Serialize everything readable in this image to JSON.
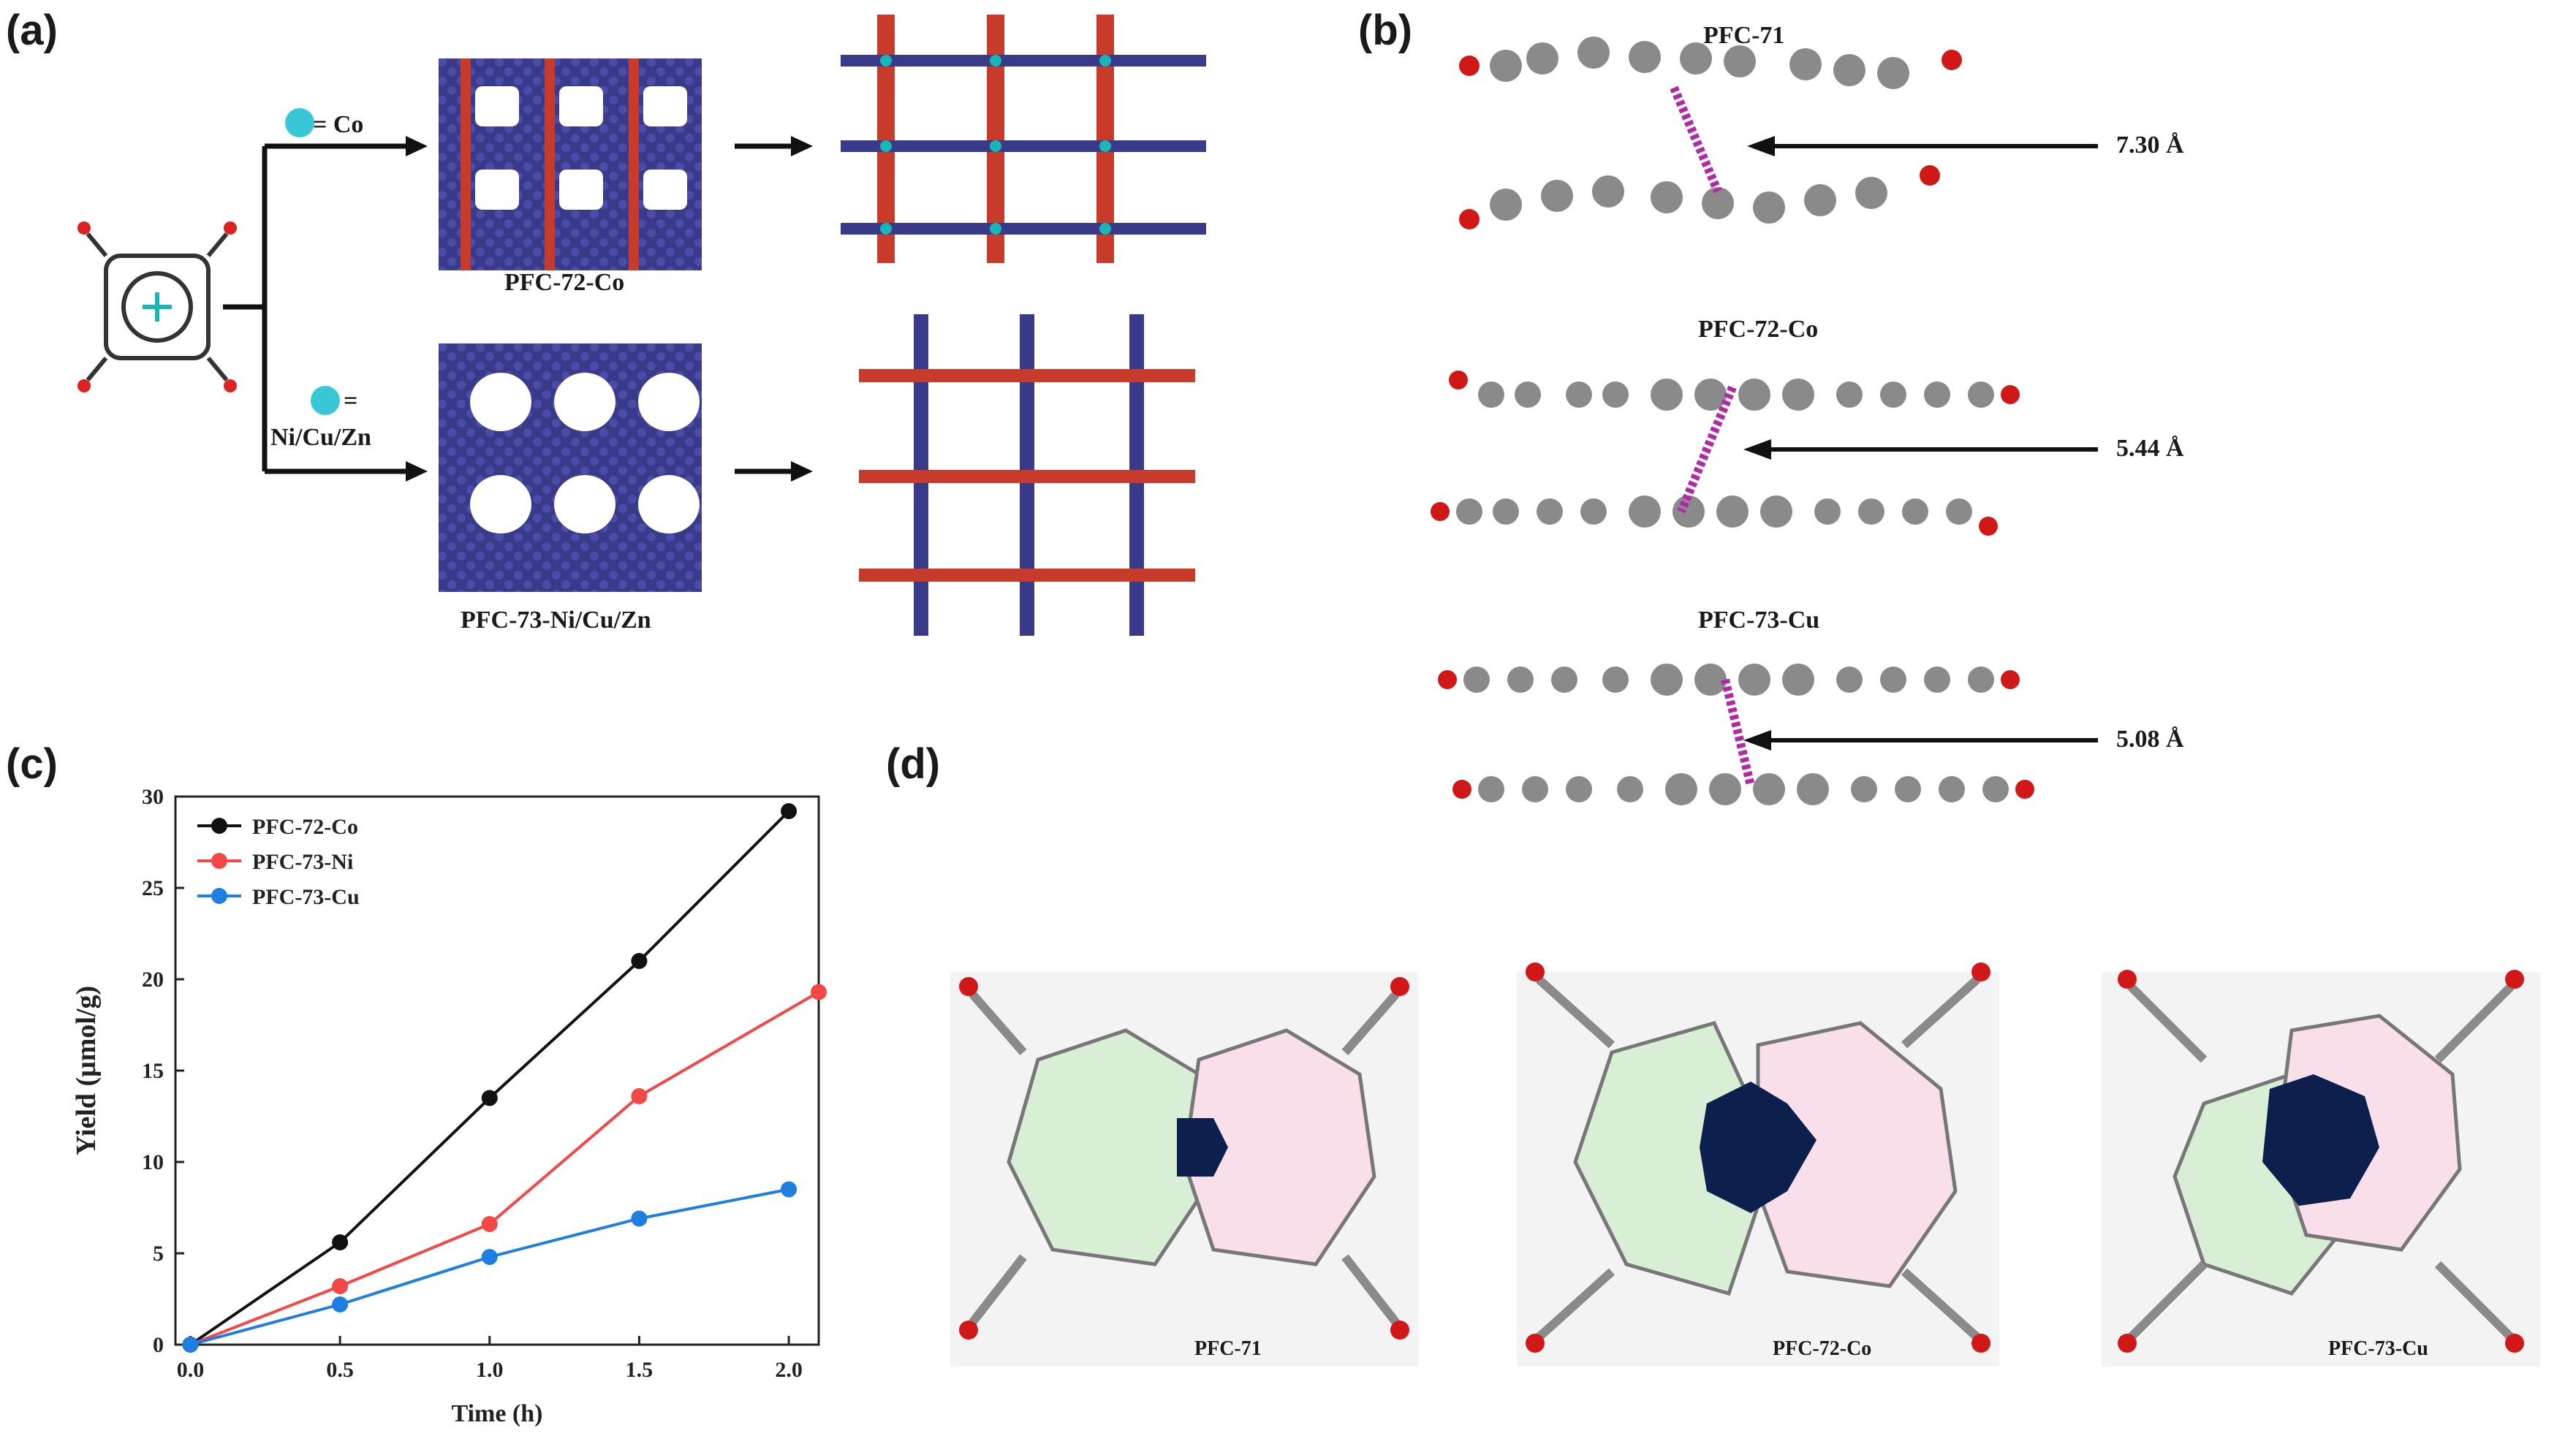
{
  "panels": {
    "a": {
      "letter": "(a)",
      "branch_top_label": "= Co",
      "branch_bottom_label_line1": "=",
      "branch_bottom_label_line2": "Ni/Cu/Zn",
      "structure_top_label": "PFC-72-Co",
      "structure_bottom_label": "PFC-73-Ni/Cu/Zn"
    },
    "b": {
      "letter": "(b)",
      "rows": [
        {
          "label": "PFC-71",
          "distance": "7.30 Å"
        },
        {
          "label": "PFC-72-Co",
          "distance": "5.44 Å"
        },
        {
          "label": "PFC-73-Cu",
          "distance": "5.08 Å"
        }
      ]
    },
    "c": {
      "letter": "(c)"
    },
    "d": {
      "letter": "(d)",
      "labels": [
        "PFC-71",
        "PFC-72-Co",
        "PFC-73-Cu"
      ]
    }
  },
  "chart_data": {
    "type": "line",
    "title": "",
    "xlabel": "Time (h)",
    "ylabel": "Yield (μmol/g)",
    "xlim": [
      -0.05,
      2.1
    ],
    "ylim": [
      0,
      30
    ],
    "xticks": [
      "0.0",
      "0.5",
      "1.0",
      "1.5",
      "2.0"
    ],
    "yticks": [
      "0",
      "5",
      "10",
      "15",
      "20",
      "25",
      "30"
    ],
    "legend_position": "top-left",
    "grid": false,
    "series": [
      {
        "name": "PFC-72-Co",
        "color": "#111111",
        "x": [
          0,
          0.5,
          1.0,
          1.5,
          2.0
        ],
        "y": [
          0,
          5.6,
          13.5,
          21.0,
          29.2
        ]
      },
      {
        "name": "PFC-73-Ni",
        "color": "#f24848",
        "x": [
          0,
          0.5,
          1.0,
          1.5,
          2.1
        ],
        "y": [
          0,
          3.2,
          6.6,
          13.6,
          19.3
        ]
      },
      {
        "name": "PFC-73-Cu",
        "color": "#1e7fe0",
        "x": [
          0,
          0.5,
          1.0,
          1.5,
          2.0
        ],
        "y": [
          0,
          2.2,
          4.8,
          6.9,
          8.5
        ]
      }
    ]
  }
}
